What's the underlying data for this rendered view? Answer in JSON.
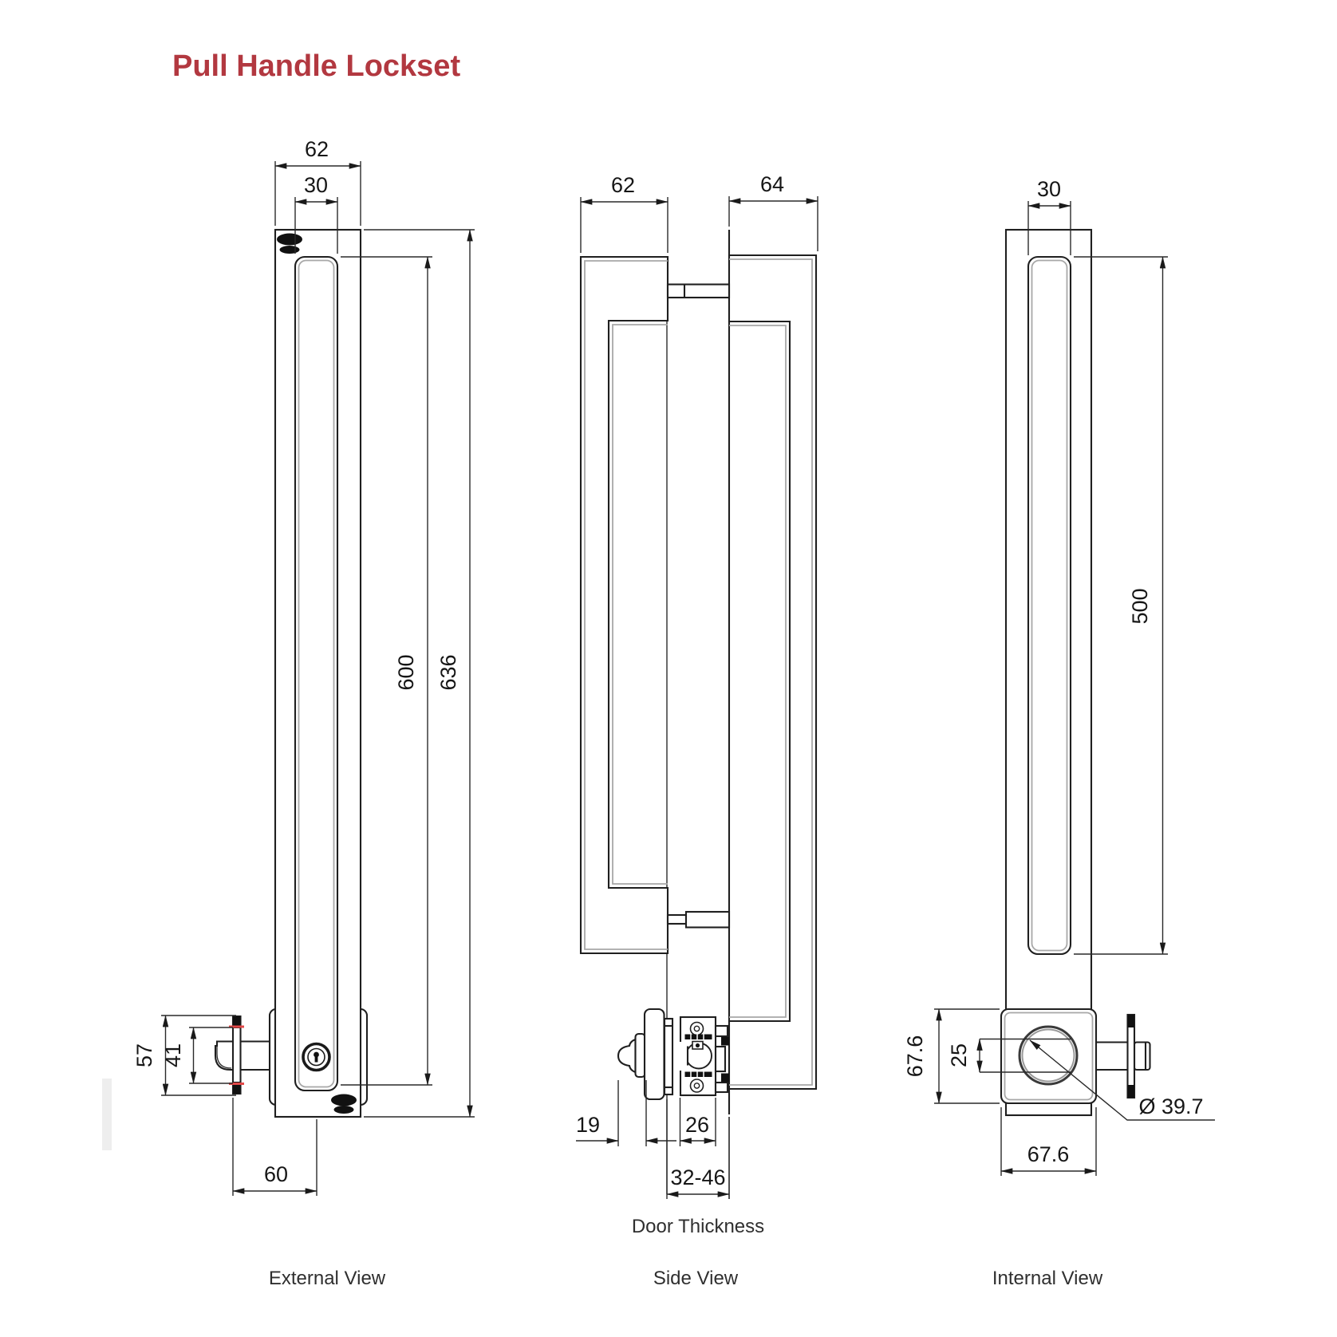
{
  "title": "Pull Handle Lockset",
  "colors": {
    "title_red": "#b23840",
    "mark_red": "#e24747",
    "outline": "#1f1f1f",
    "inner_gray": "#a8a8a8"
  },
  "views": {
    "external": {
      "label": "External View",
      "dims": {
        "plate_width": "62",
        "grip_width": "30",
        "grip_length": "600",
        "overall_length": "636",
        "latch_plate_height": "57",
        "latch_inner_height": "41",
        "backset": "60"
      }
    },
    "side": {
      "label": "Side View",
      "door_label": "Door Thickness",
      "dims": {
        "internal_handle_depth": "62",
        "external_handle_depth": "64",
        "knob_projection": "19",
        "lock_body_width": "26",
        "door_thickness_range": "32-46"
      }
    },
    "internal": {
      "label": "Internal View",
      "dims": {
        "grip_width": "30",
        "grip_length": "500",
        "rose_height": "67.6",
        "spindle_flat": "25",
        "rose_diameter": "Ø 39.7",
        "rose_width": "67.6"
      }
    }
  }
}
